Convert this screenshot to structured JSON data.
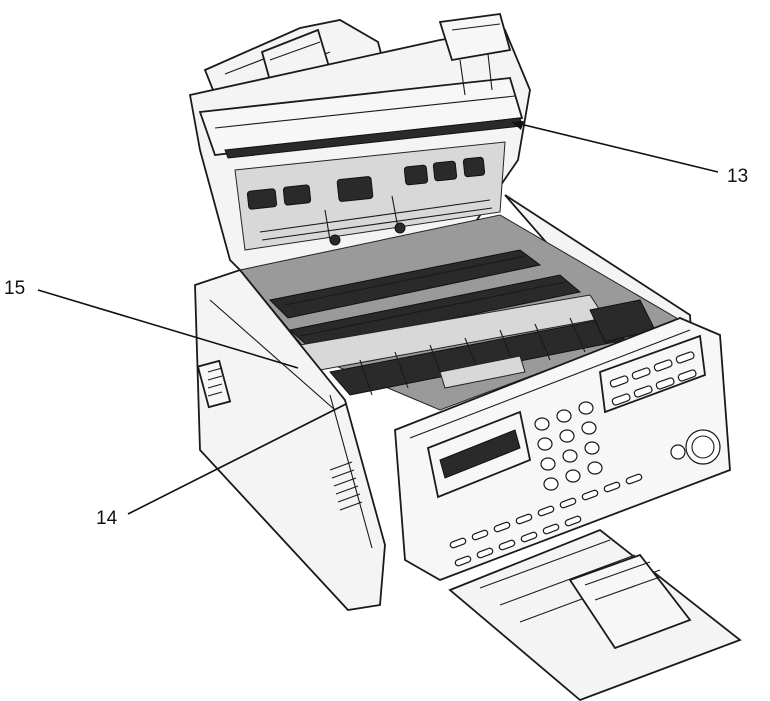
{
  "figure": {
    "subject": "fax-machine-open-cover",
    "callouts": [
      {
        "id": "13",
        "label": "13"
      },
      {
        "id": "14",
        "label": "14"
      },
      {
        "id": "15",
        "label": "15"
      }
    ]
  },
  "colors": {
    "line": "#1a1a1a",
    "fill_light": "#f4f4f4",
    "fill_dark": "#2a2a2a",
    "background": "#ffffff"
  }
}
